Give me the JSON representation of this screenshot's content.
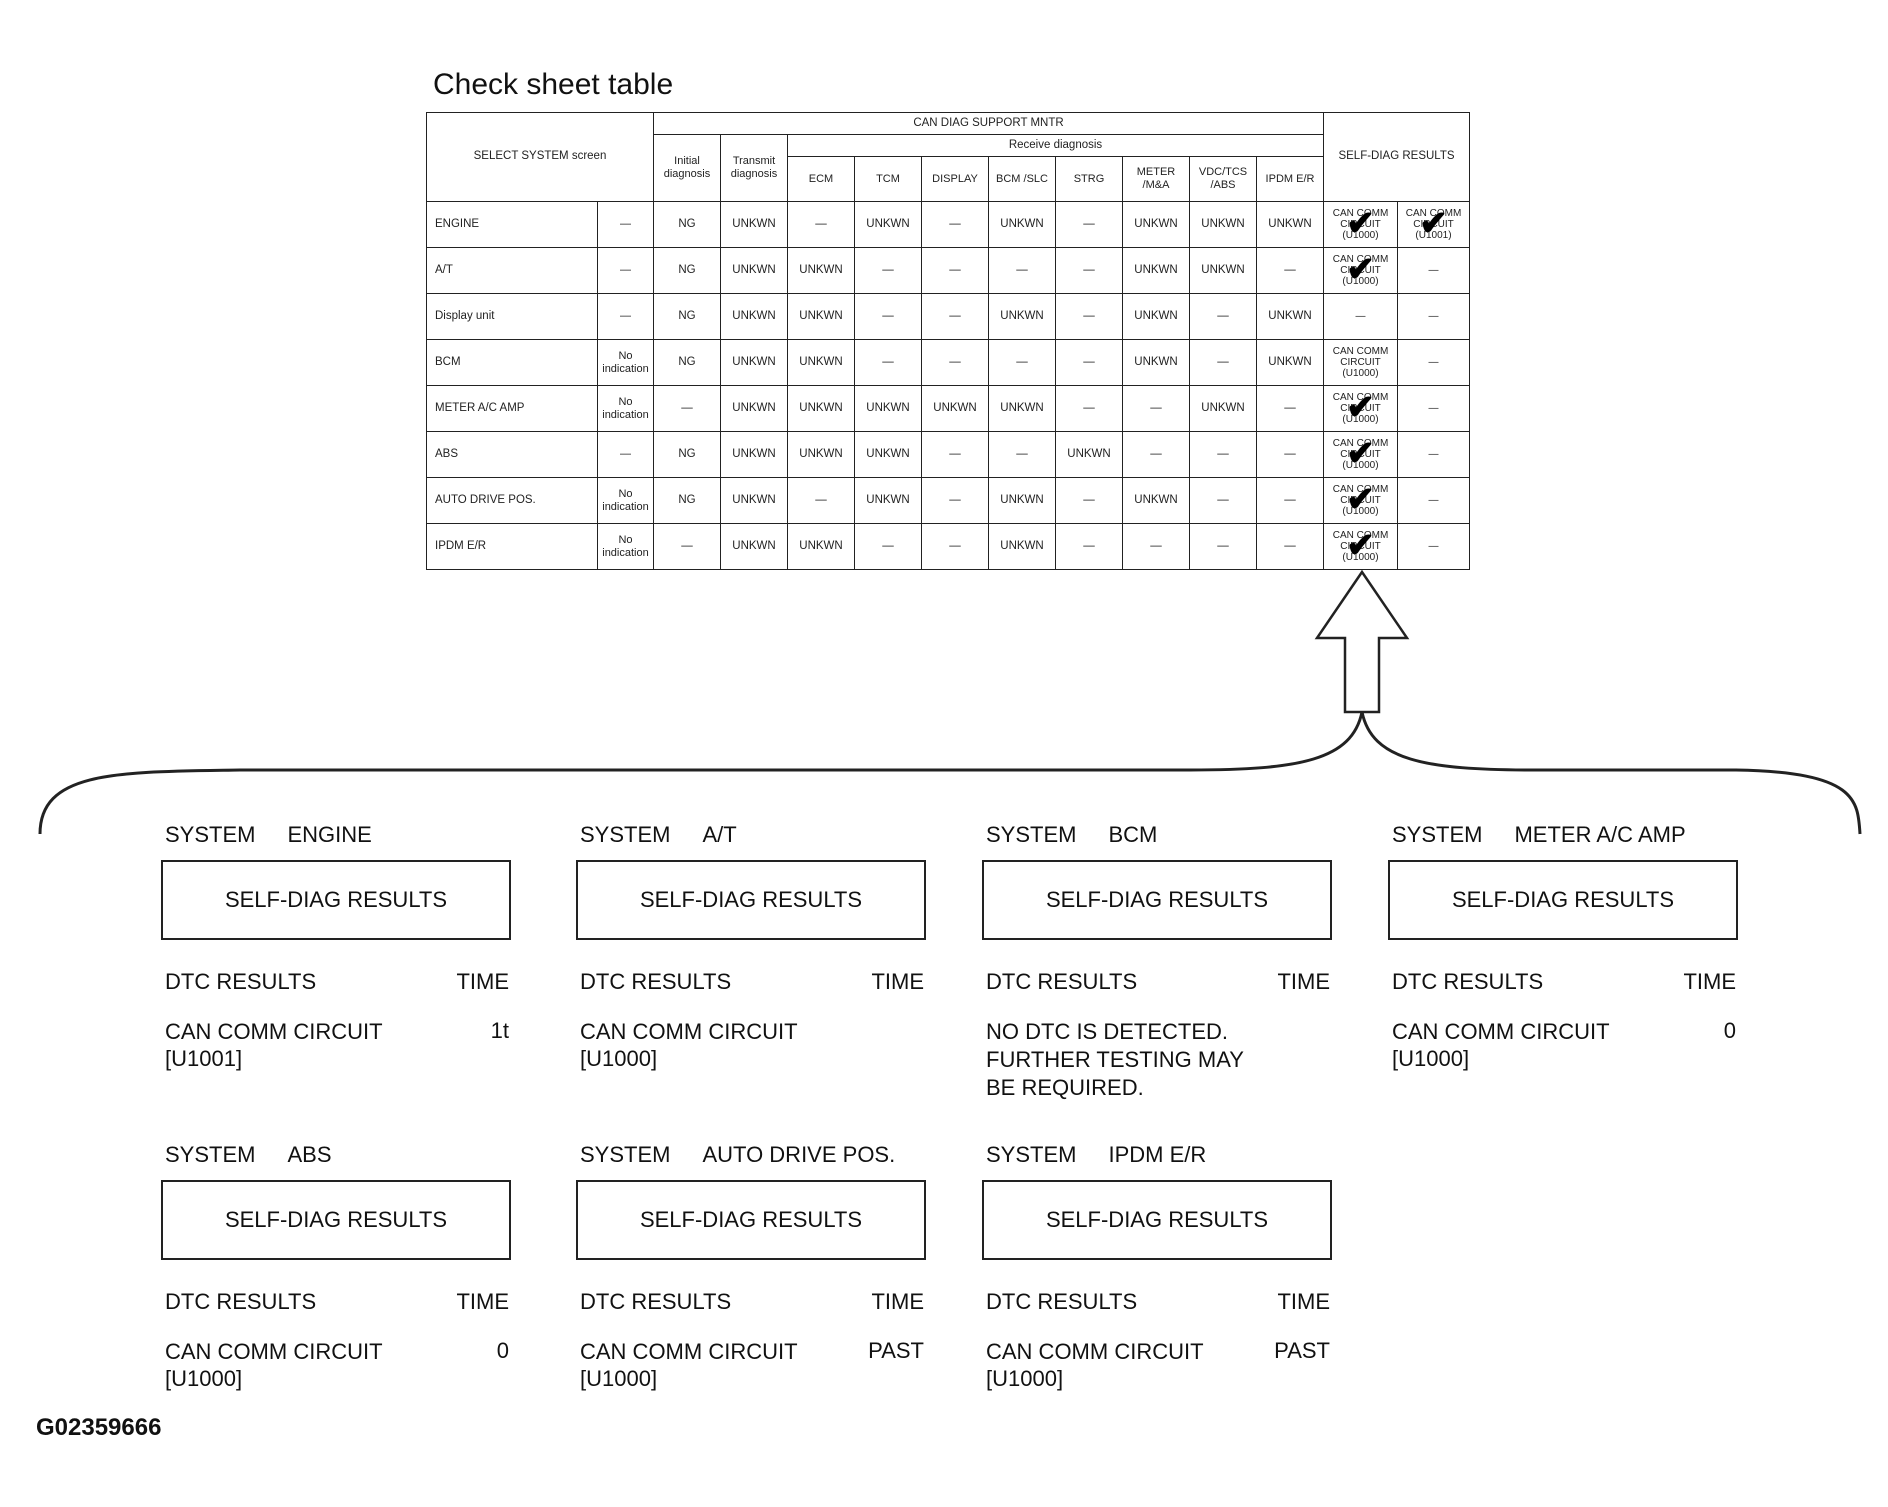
{
  "title": "Check sheet table",
  "figure_id": "G02359666",
  "table": {
    "select_system_header": "SELECT SYSTEM screen",
    "can_diag_header": "CAN DIAG SUPPORT MNTR",
    "receive_diag_header": "Receive diagnosis",
    "self_diag_header": "SELF-DIAG RESULTS",
    "initial_header": "Initial diagnosis",
    "transmit_header": "Transmit diagnosis",
    "columns": [
      "ECM",
      "TCM",
      "DISPLAY",
      "BCM /SLC",
      "STRG",
      "METER /M&A",
      "VDC/TCS /ABS",
      "IPDM E/R"
    ],
    "rows": [
      {
        "system": "ENGINE",
        "indication": "—",
        "initial": "NG",
        "transmit": "UNKWN",
        "cells": [
          "—",
          "UNKWN",
          "—",
          "UNKWN",
          "—",
          "UNKWN",
          "UNKWN",
          "UNKWN"
        ],
        "result1": "CAN COMM CIRCUIT (U1000)",
        "result1_check": true,
        "result2": "CAN COMM CIRCUIT (U1001)",
        "result2_check": true
      },
      {
        "system": "A/T",
        "indication": "—",
        "initial": "NG",
        "transmit": "UNKWN",
        "cells": [
          "UNKWN",
          "—",
          "—",
          "—",
          "—",
          "UNKWN",
          "UNKWN",
          "—"
        ],
        "result1": "CAN COMM CIRCUIT (U1000)",
        "result1_check": true,
        "result2": "—",
        "result2_check": false
      },
      {
        "system": "Display unit",
        "indication": "—",
        "initial": "NG",
        "transmit": "UNKWN",
        "cells": [
          "UNKWN",
          "—",
          "—",
          "UNKWN",
          "—",
          "UNKWN",
          "—",
          "UNKWN"
        ],
        "result1": "—",
        "result1_check": false,
        "result2": "—",
        "result2_check": false
      },
      {
        "system": "BCM",
        "indication": "No indication",
        "initial": "NG",
        "transmit": "UNKWN",
        "cells": [
          "UNKWN",
          "—",
          "—",
          "—",
          "—",
          "UNKWN",
          "—",
          "UNKWN"
        ],
        "result1": "CAN COMM CIRCUIT (U1000)",
        "result1_check": false,
        "result2": "—",
        "result2_check": false
      },
      {
        "system": "METER A/C AMP",
        "indication": "No indication",
        "initial": "—",
        "transmit": "UNKWN",
        "cells": [
          "UNKWN",
          "UNKWN",
          "UNKWN",
          "UNKWN",
          "—",
          "—",
          "UNKWN",
          "—"
        ],
        "result1": "CAN COMM CIRCUIT (U1000)",
        "result1_check": true,
        "result2": "—",
        "result2_check": false
      },
      {
        "system": "ABS",
        "indication": "—",
        "initial": "NG",
        "transmit": "UNKWN",
        "cells": [
          "UNKWN",
          "UNKWN",
          "—",
          "—",
          "UNKWN",
          "—",
          "—",
          "—"
        ],
        "result1": "CAN COMM CIRCUIT (U1000)",
        "result1_check": true,
        "result2": "—",
        "result2_check": false
      },
      {
        "system": "AUTO DRIVE POS.",
        "indication": "No indication",
        "initial": "NG",
        "transmit": "UNKWN",
        "cells": [
          "—",
          "UNKWN",
          "—",
          "UNKWN",
          "—",
          "UNKWN",
          "—",
          "—"
        ],
        "result1": "CAN COMM CIRCUIT (U1000)",
        "result1_check": true,
        "result2": "—",
        "result2_check": false
      },
      {
        "system": "IPDM E/R",
        "indication": "No indication",
        "initial": "—",
        "transmit": "UNKWN",
        "cells": [
          "UNKWN",
          "—",
          "—",
          "UNKWN",
          "—",
          "—",
          "—",
          "—"
        ],
        "result1": "CAN COMM CIRCUIT (U1000)",
        "result1_check": true,
        "result2": "—",
        "result2_check": false
      }
    ]
  },
  "check_glyph": "✔",
  "panels": [
    {
      "system_label": "SYSTEM",
      "system": "ENGINE",
      "button": "SELF-DIAG RESULTS",
      "dtc_header": "DTC RESULTS",
      "time_header": "TIME",
      "result": "CAN COMM CIRCUIT",
      "code": "[U1001]",
      "time": "1t"
    },
    {
      "system_label": "SYSTEM",
      "system": "A/T",
      "button": "SELF-DIAG RESULTS",
      "dtc_header": "DTC RESULTS",
      "time_header": "TIME",
      "result": "CAN COMM CIRCUIT",
      "code": "[U1000]",
      "time": ""
    },
    {
      "system_label": "SYSTEM",
      "system": "BCM",
      "button": "SELF-DIAG RESULTS",
      "dtc_header": "DTC RESULTS",
      "time_header": "TIME",
      "result": "NO DTC IS DETECTED. FURTHER TESTING MAY BE REQUIRED.",
      "code": "",
      "time": ""
    },
    {
      "system_label": "SYSTEM",
      "system": "METER A/C AMP",
      "button": "SELF-DIAG RESULTS",
      "dtc_header": "DTC RESULTS",
      "time_header": "TIME",
      "result": "CAN COMM CIRCUIT",
      "code": "[U1000]",
      "time": "0"
    },
    {
      "system_label": "SYSTEM",
      "system": "ABS",
      "button": "SELF-DIAG RESULTS",
      "dtc_header": "DTC RESULTS",
      "time_header": "TIME",
      "result": "CAN COMM CIRCUIT",
      "code": "[U1000]",
      "time": "0"
    },
    {
      "system_label": "SYSTEM",
      "system": "AUTO DRIVE POS.",
      "button": "SELF-DIAG RESULTS",
      "dtc_header": "DTC RESULTS",
      "time_header": "TIME",
      "result": "CAN COMM CIRCUIT",
      "code": "[U1000]",
      "time": "PAST"
    },
    {
      "system_label": "SYSTEM",
      "system": "IPDM E/R",
      "button": "SELF-DIAG RESULTS",
      "dtc_header": "DTC RESULTS",
      "time_header": "TIME",
      "result": "CAN COMM CIRCUIT",
      "code": "[U1000]",
      "time": "PAST"
    }
  ]
}
